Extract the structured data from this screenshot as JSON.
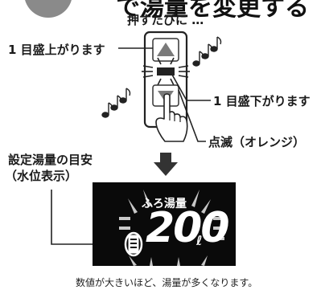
{
  "header": {
    "title_fragment": "で湯量を変更する"
  },
  "labels": {
    "press_each_time": "押すたびに …",
    "one_step_up": "1 目盛上がります",
    "one_step_down": "1 目盛下がります",
    "blink": "点滅（オレンジ）",
    "guide_line1": "設定湯量の目安",
    "guide_line2": "（水位表示）",
    "display_label": "ふろ湯量",
    "display_value": "200",
    "display_unit": "ℓ",
    "caption": "数値が大きいほど、湯量が多くなります。"
  },
  "icons": [
    "music-notes-icon",
    "up-arrow-button-icon",
    "down-arrow-button-icon",
    "blinking-lamp-icon",
    "pointing-finger-icon",
    "down-arrow-icon",
    "water-level-icon"
  ],
  "colors": {
    "display_bg": "#0a0a0a",
    "display_text": "#ffffff",
    "ray": "#c8c8c8",
    "button_gray": "#7a7a7a"
  }
}
